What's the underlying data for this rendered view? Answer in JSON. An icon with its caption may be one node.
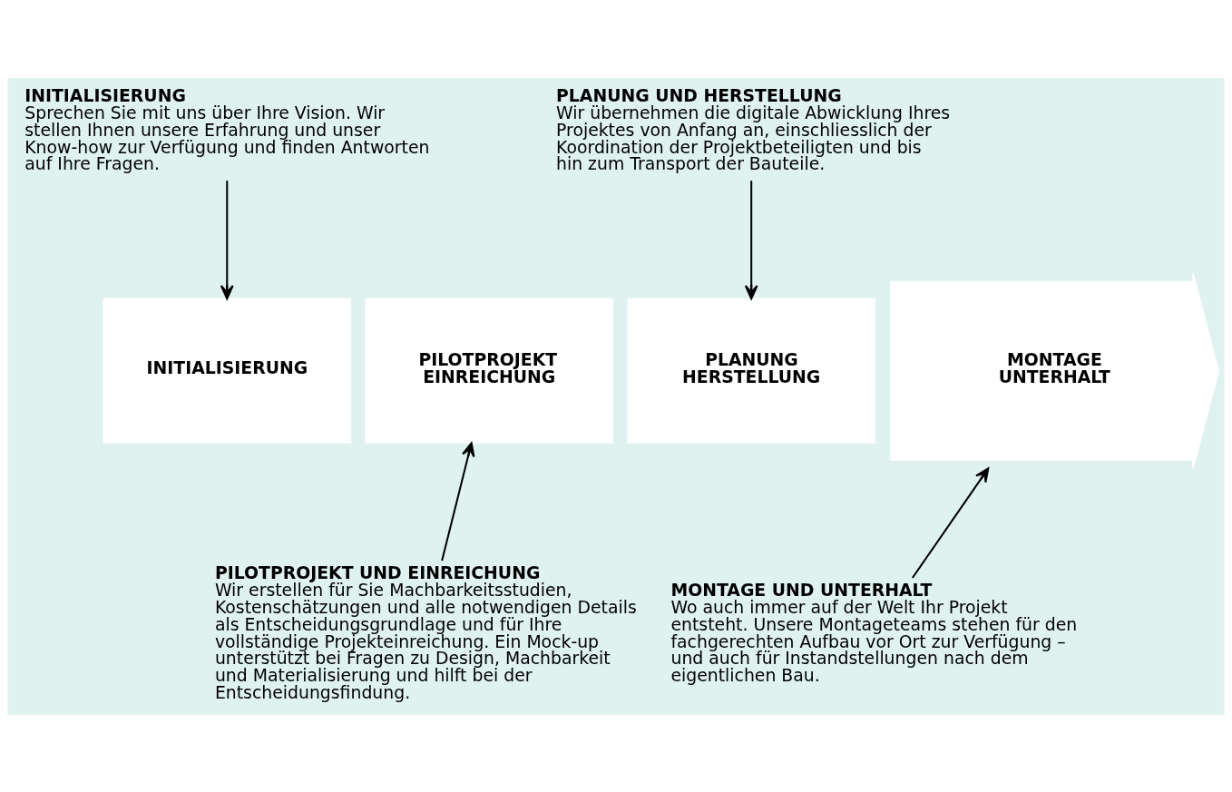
{
  "diagram": {
    "nodes": [
      {
        "text": [
          "INITIALISIERUNG",
          "Sprechen Sie mit uns über Ihre Vision. Wir stellen Ihnen unsere Erfahrung und unser Know-how zur Verfügung und finden Antworten auf Ihre Fragen."
        ]
      },
      {
        "text": [
          "PLANUNG UND HERSTELLUNG",
          "Wir übernehmen die digitale Abwicklung Ihres Projektes von Anfang an, einschliesslich der Koordination der Projektbeteiligten und bis hin zum Transport der Bauteile."
        ]
      },
      {
        "text": [
          "INITIALISIERUNG"
        ]
      },
      {
        "text": [
          "PILOTPROJEKT",
          "EINREICHUNG"
        ]
      },
      {
        "text": [
          "PLANUNG",
          "HERSTELLUNG"
        ]
      },
      {
        "text": [
          "MONTAGE",
          "UNTERHALT"
        ]
      },
      {
        "text": [
          "PILOTPROJEKT UND EINREICHUNG",
          "Wir erstellen für Sie Machbarkeitsstudien, Kostenschätzungen und alle notwendigen Details als Entscheidungsgrundlage und für Ihre vollständige Projekteinreichung. Ein Mock-up unterstützt bei Fragen zu Design, Machbarkeit und Materialisierung und hilft bei der Entscheidungsfindung."
        ]
      },
      {
        "text": [
          "MONTAGE UND UNTERHALT",
          "Wo auch immer auf der Welt Ihr Projekt entsteht. Unsere Montageteams stehen für den fachgerechten Aufbau vor Ort zur Verfügung – und auch für Instandstellungen nach dem eigentlichen Bau."
        ]
      }
    ],
    "edges": [
      {
        "from": 0,
        "to": 2,
        "arrow": "to"
      },
      {
        "from": 1,
        "to": 4,
        "arrow": "to"
      },
      {
        "from": 6,
        "to": 3,
        "arrow": "to"
      },
      {
        "from": 7,
        "to": 5,
        "arrow": "to"
      }
    ]
  }
}
